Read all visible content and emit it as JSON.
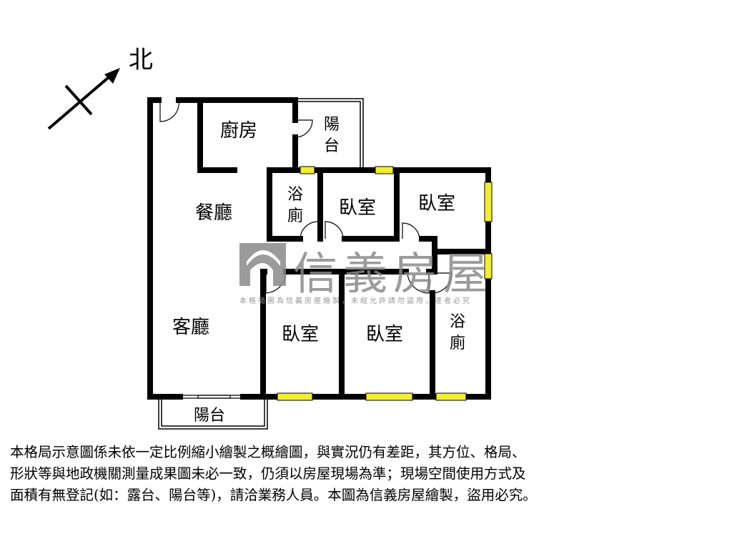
{
  "compass": {
    "label": "北"
  },
  "rooms": {
    "kitchen": "廚房",
    "balcony_top": [
      "陽",
      "台"
    ],
    "dining": "餐廳",
    "bath_top": [
      "浴",
      "廁"
    ],
    "bedroom_1": "臥室",
    "bedroom_2": "臥室",
    "living": "客廳",
    "bedroom_3": "臥室",
    "bedroom_4": "臥室",
    "bath_bottom": [
      "浴",
      "廁"
    ],
    "balcony_bottom": "陽台"
  },
  "watermark": {
    "brand": "信義房屋",
    "notice": "本格局圖為信義房屋繪製，未經允許請勿盜用，違者必究"
  },
  "disclaimer": [
    "本格局示意圖係未依一定比例縮小繪製之概繪圖，與實況仍有差距，其方位、格局、",
    "形狀等與地政機關測量成果圖未必一致，仍須以房屋現場為準；現場空間使用方式及",
    "面積有無登記(如：露台、陽台等)，請洽業務人員。本圖為信義房屋繪製，盜用必究。"
  ],
  "colors": {
    "wall": "#000000",
    "window": "#f2ee30",
    "watermark": "#8a8a8a"
  }
}
